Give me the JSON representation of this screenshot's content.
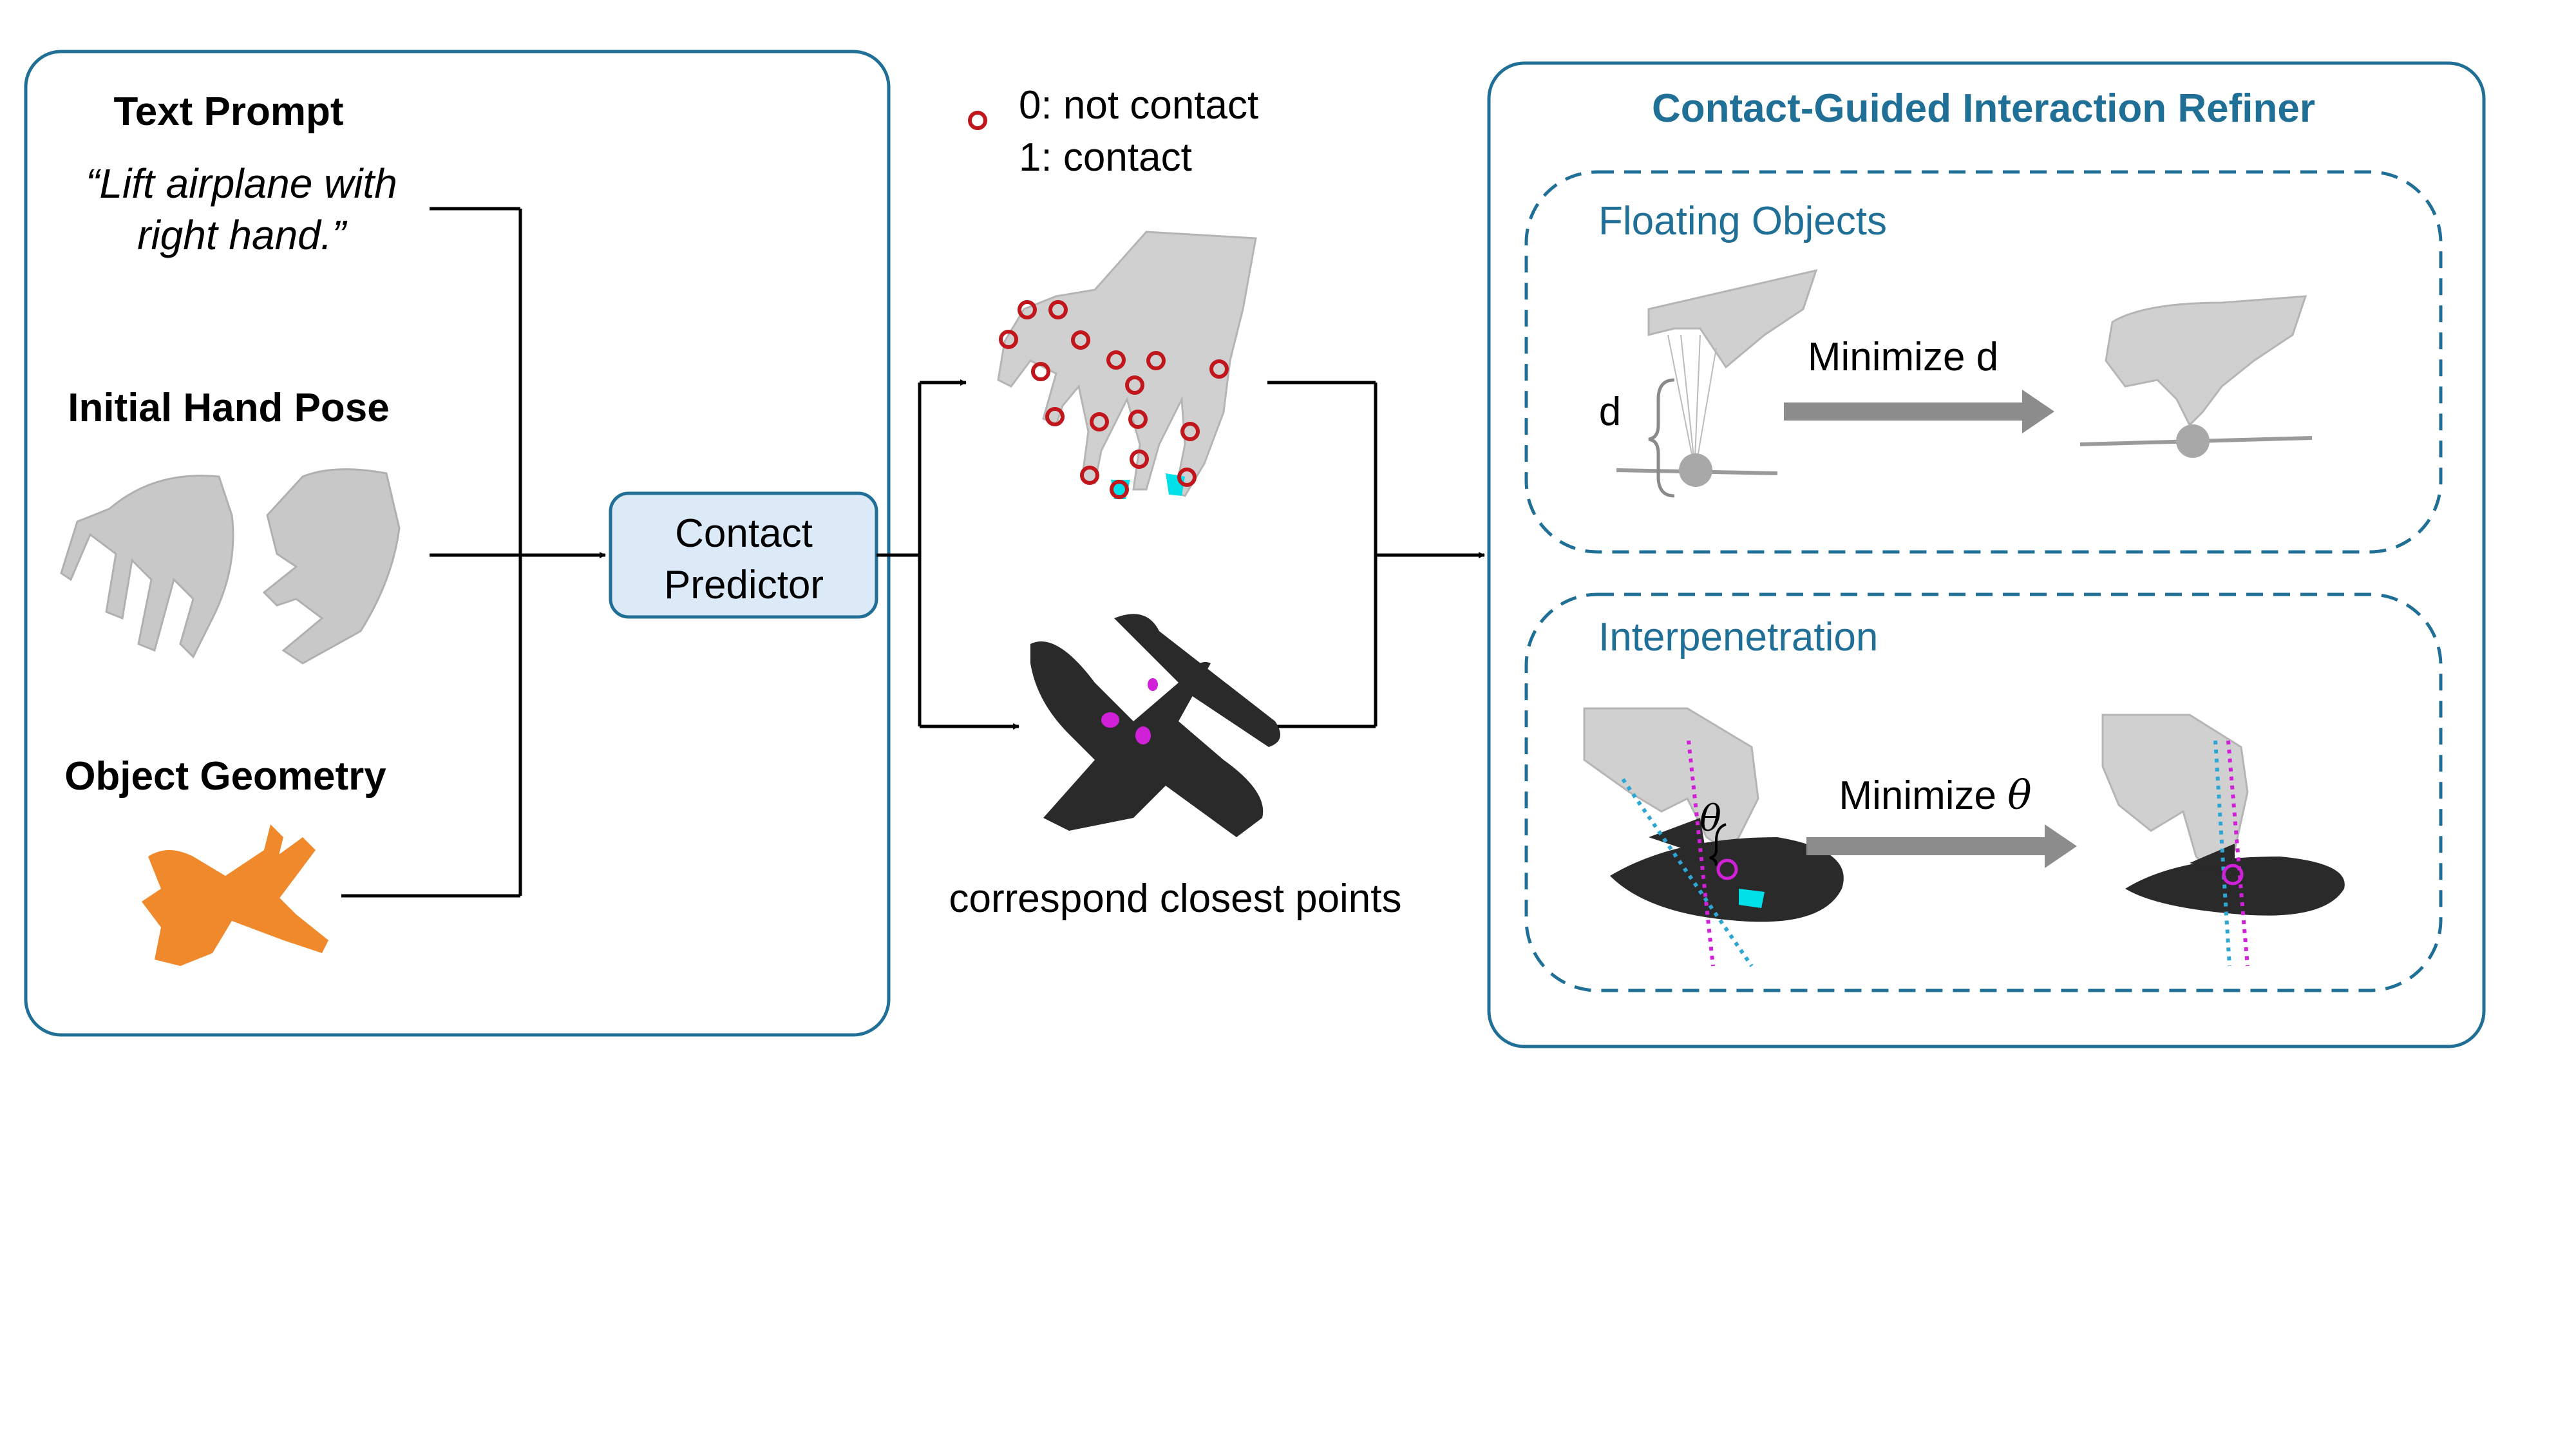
{
  "inputs": {
    "text_prompt_title": "Text Prompt",
    "text_prompt_line1": "“Lift airplane with",
    "text_prompt_line2": "right hand.”",
    "hand_pose_title": "Initial Hand Pose",
    "object_geometry_title": "Object Geometry"
  },
  "predictor": {
    "line1": "Contact",
    "line2": "Predictor"
  },
  "legend": {
    "line1": "0: not contact",
    "line2": "1: contact"
  },
  "middle": {
    "caption": "correspond closest points"
  },
  "refiner": {
    "title": "Contact-Guided Interaction Refiner",
    "floating": {
      "title": "Floating Objects",
      "d_label": "d",
      "arrow_label": "Minimize d"
    },
    "interpenetration": {
      "title": "Interpenetration",
      "theta_label": "θ",
      "arrow_label_text": "Minimize ",
      "arrow_label_symbol": "θ"
    }
  },
  "colors": {
    "panel_border": "#1f6f96",
    "predictor_fill": "#dce9f6",
    "contact_marker": "#c0161c",
    "contact_highlight": "#00e0e8",
    "object_points": "#f0892b",
    "airplane": "#2a2a2a",
    "hand": "#cfcfcf",
    "magenta": "#d020d8",
    "arrow_gray": "#8c8c8c"
  }
}
